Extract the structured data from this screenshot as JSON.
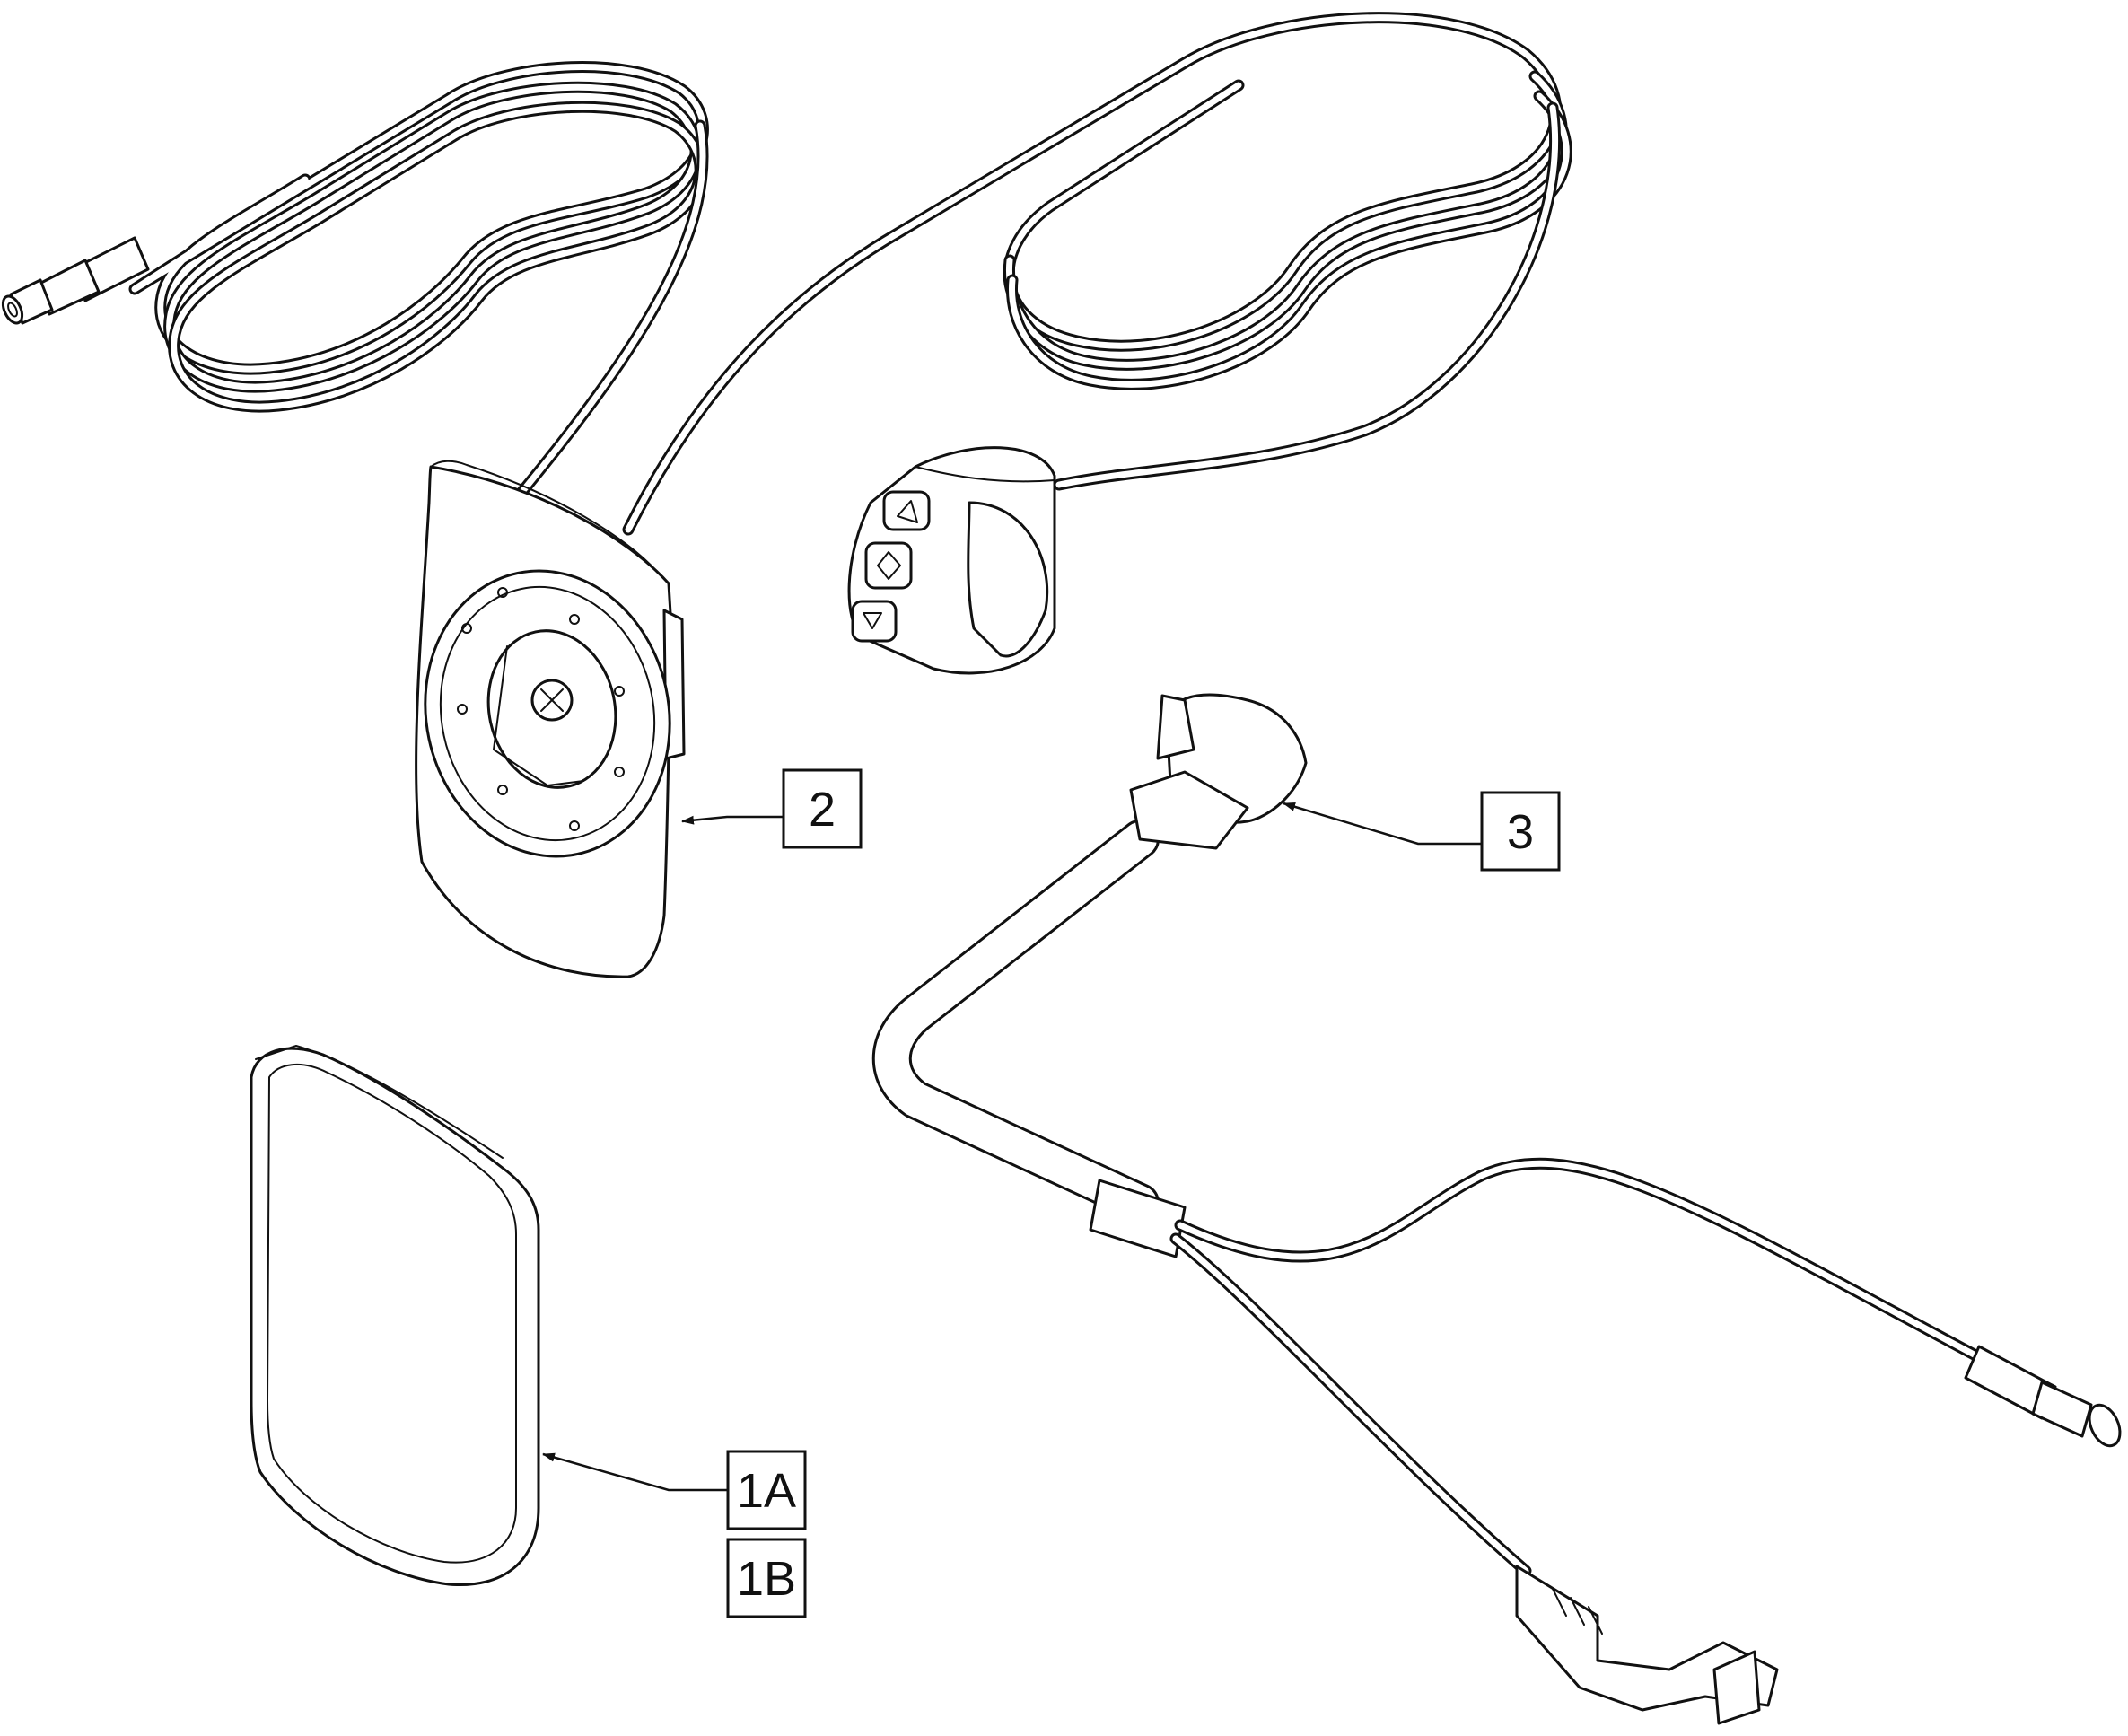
{
  "callouts": {
    "c2": "2",
    "c3": "3",
    "c1a": "1A",
    "c1b": "1B"
  },
  "colors": {
    "line": "#111111",
    "background": "#ffffff"
  }
}
